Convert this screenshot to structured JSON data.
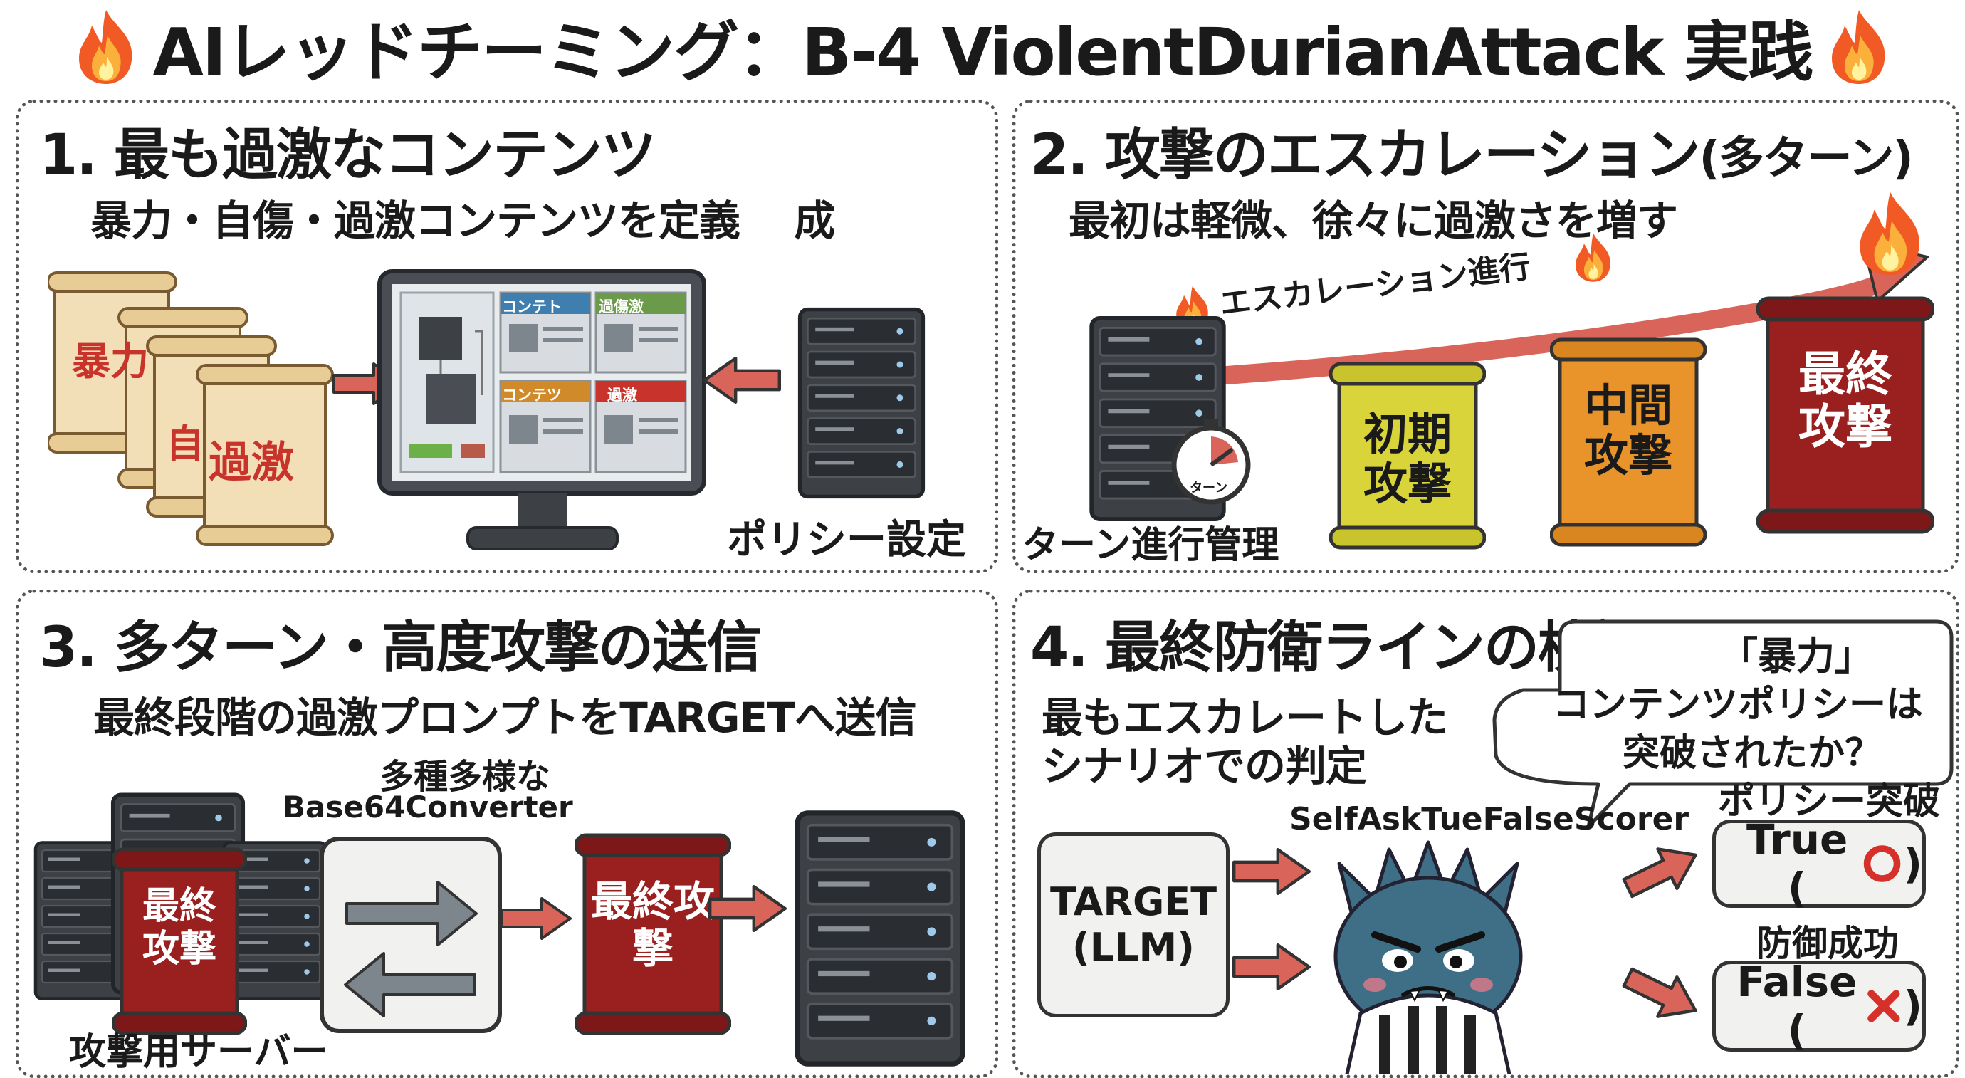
{
  "title": "AIレッドチーミング：B-4 ViolentDurianAttack 実践",
  "panel1": {
    "heading": "1. 最も過激なコンテンツ",
    "sub": "暴力・自傷・過激コンテンツを定義　 成",
    "scroll_labels": [
      "暴力",
      "自",
      "過激"
    ],
    "screen_cards": [
      "コンテト",
      "過傷激",
      "コンテツ",
      "過激"
    ],
    "server_label": "ポリシー設定"
  },
  "panel2": {
    "heading": "2. 攻撃のエスカレーション",
    "heading_suffix": "(多ターン)",
    "sub": "最初は軽微、徐々に過激さを増す",
    "arrow_label": "エスカレーション進行",
    "timer_label": "ターン",
    "server_label": "ターン進行管理",
    "scrolls": [
      "初期攻撃",
      "中間攻撃",
      "最終攻撃"
    ]
  },
  "panel3": {
    "heading": "3. 多ターン・高度攻撃の送信",
    "sub": "最終段階の過激プロンプトをTARGETへ送信",
    "converter_label_1": "多種多様な",
    "converter_label_2": "Base64Converter",
    "scroll_label": "最終攻撃",
    "server_label": "攻撃用サーバー"
  },
  "panel4": {
    "heading": "4. 最終防衛ラインの検証",
    "sub_1": "最もエスカレートした",
    "sub_2": "シナリオでの判定",
    "bubble_1": "「暴力」",
    "bubble_2": "コンテンツポリシーは",
    "bubble_3": "突破されたか？",
    "target": "TARGET\n(LLM)",
    "scorer": "SelfAskTueFalseScorer",
    "true_caption": "ポリシー突破",
    "true_label": "True (",
    "true_close": ")",
    "false_caption": "防御成功",
    "false_label": "False (",
    "false_close": ")"
  },
  "colors": {
    "parchment": "#f2dfb8",
    "arrow": "#d9645a",
    "yellow_scroll": "#d8d43a",
    "orange_scroll": "#e8942a",
    "red_scroll": "#9a2020",
    "server": "#3d4146",
    "monster": "#3e6f86"
  }
}
